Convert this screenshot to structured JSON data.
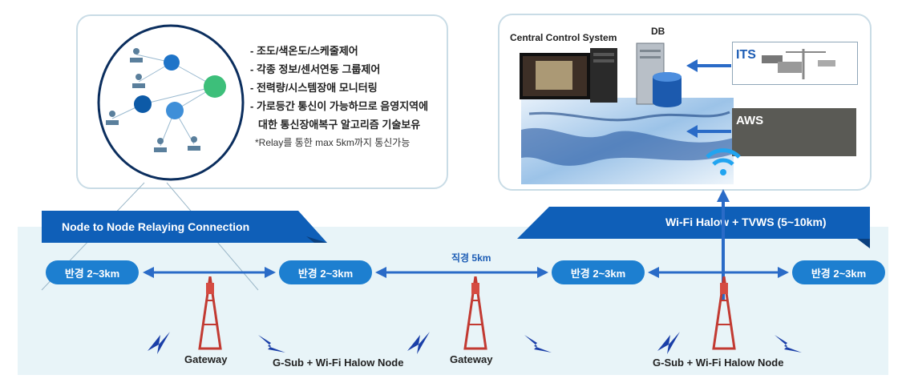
{
  "left_panel": {
    "features": [
      "- 조도/색온도/스케줄제어",
      "- 각종 정보/센서연동 그룹제어",
      "- 전력량/시스템장애 모니터링",
      "- 가로등간 통신이 가능하므로  음영지역에",
      "  대한 통신장애복구 알고리즘 기술보유"
    ],
    "note": "*Relay를 통한 max 5km까지 통신가능"
  },
  "right_panel": {
    "central_label": "Central Control System",
    "db_label": "DB",
    "its_label": "ITS",
    "aws_label": "AWS"
  },
  "ribbons": {
    "left": "Node to Node Relaying Connection",
    "right": "Wi-Fi Halow + TVWS (5~10km)"
  },
  "ranges": [
    "반경 2~3km",
    "반경 2~3km",
    "반경 2~3km",
    "반경 2~3km"
  ],
  "distance_label": "직경 5km",
  "nodes": {
    "gateway_1": "Gateway",
    "gsub_1": "G-Sub + Wi-Fi Halow Node",
    "gateway_2": "Gateway",
    "gsub_2": "G-Sub + Wi-Fi Halow Node"
  },
  "colors": {
    "accent": "#1d7fd0",
    "ribbon": "#0f5fb8",
    "band": "#e8f4f8"
  }
}
